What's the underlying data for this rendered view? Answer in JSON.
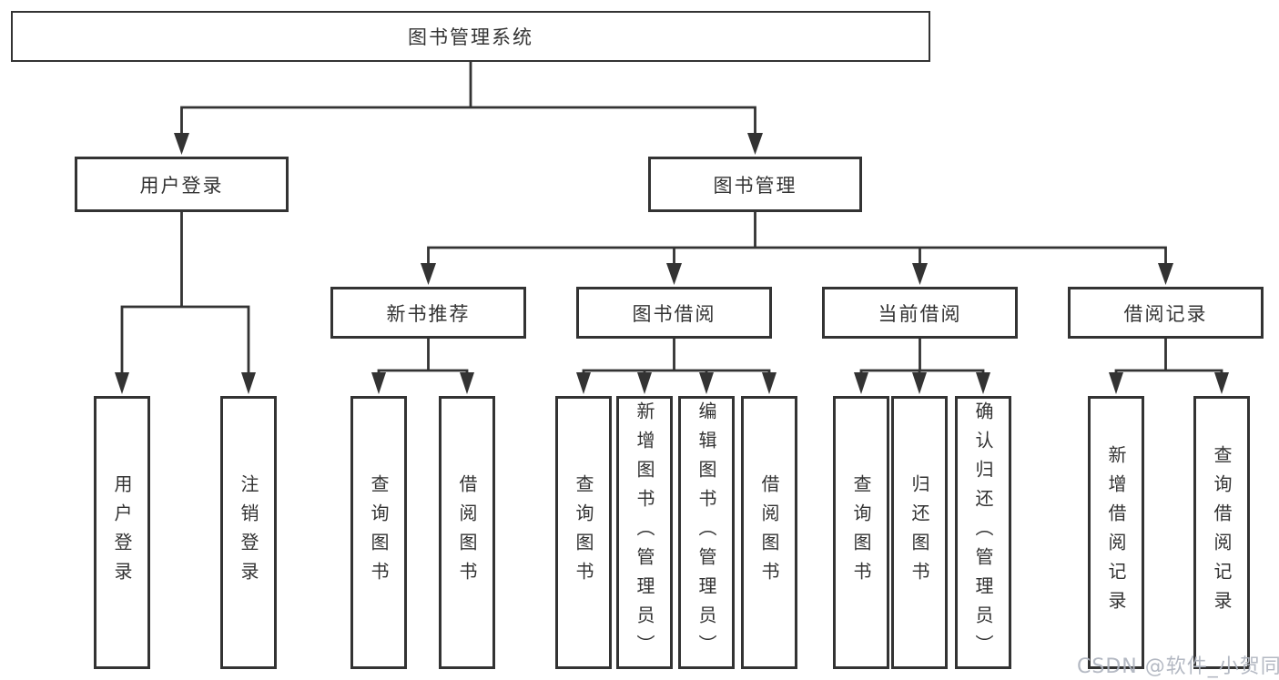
{
  "tree": {
    "label": "图书管理系统",
    "children": [
      {
        "label": "用户登录",
        "children": [
          {
            "label": "用户登录"
          },
          {
            "label": "注销登录"
          }
        ]
      },
      {
        "label": "图书管理",
        "children": [
          {
            "label": "新书推荐",
            "children": [
              {
                "label": "查询图书"
              },
              {
                "label": "借阅图书"
              }
            ]
          },
          {
            "label": "图书借阅",
            "children": [
              {
                "label": "查询图书"
              },
              {
                "label": "新增图书（管理员）"
              },
              {
                "label": "编辑图书（管理员）"
              },
              {
                "label": "借阅图书"
              }
            ]
          },
          {
            "label": "当前借阅",
            "children": [
              {
                "label": "查询图书"
              },
              {
                "label": "归还图书"
              },
              {
                "label": "确认归还（管理员）"
              }
            ]
          },
          {
            "label": "借阅记录",
            "children": [
              {
                "label": "新增借阅记录"
              },
              {
                "label": "查询借阅记录"
              }
            ]
          }
        ]
      }
    ]
  },
  "watermark": {
    "text": "CSDN @软件_小贺同学"
  },
  "colors": {
    "line": "#333333",
    "text": "#333333",
    "background": "#ffffff",
    "watermark": "#aeb3be"
  }
}
